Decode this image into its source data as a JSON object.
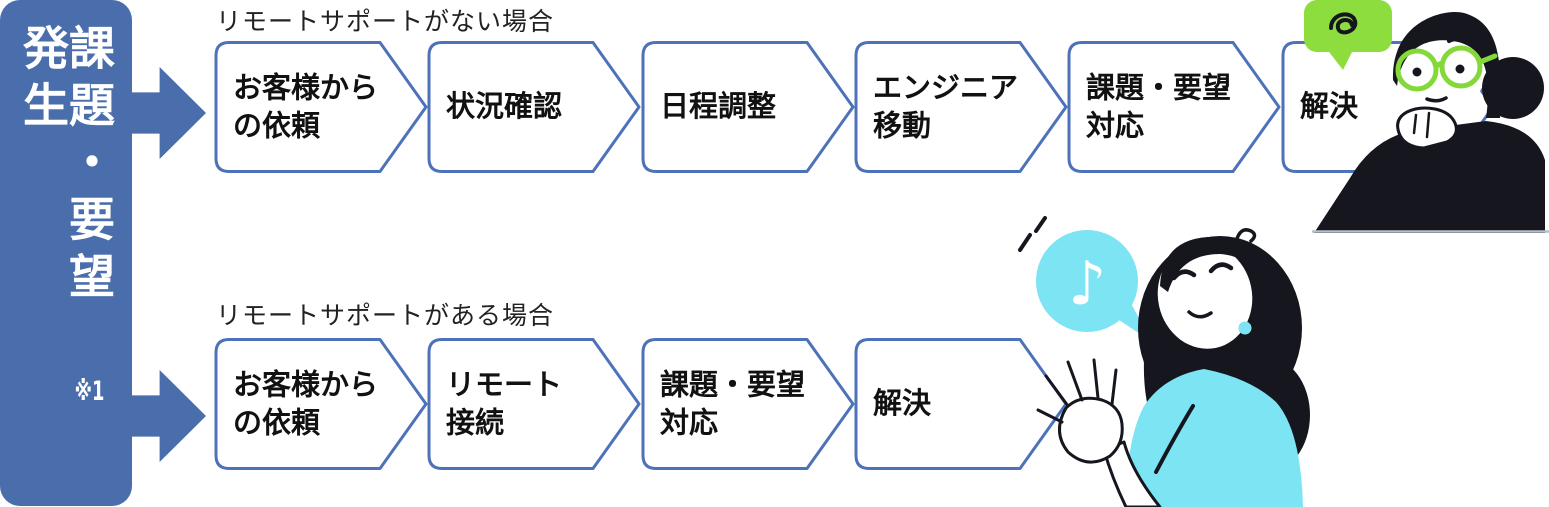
{
  "colors": {
    "banner_blue": "#4a6dac",
    "box_border_blue": "#4d72ba",
    "step_text": "#111111",
    "illustration_dark": "#16161f",
    "bubble_green": "#8edd3e",
    "glasses_green": "#84d838",
    "bubble_cyan": "#7de4f3"
  },
  "banner": {
    "title_top": "課題・要望",
    "note": "※1",
    "title_bottom": "発生"
  },
  "flows": {
    "no_remote": {
      "label": "リモートサポートがない場合",
      "steps": [
        "お客様から\nの依頼",
        "状況確認",
        "日程調整",
        "エンジニア\n移動",
        "課題・要望\n対応",
        "解決"
      ]
    },
    "remote": {
      "label": "リモートサポートがある場合",
      "steps": [
        "お客様から\nの依頼",
        "リモート\n接続",
        "課題・要望\n対応",
        "解決"
      ]
    }
  },
  "illustrations": {
    "thinking_person": {
      "description": "worried person thinking with hand on chin",
      "bubble": "confusion-scribble"
    },
    "happy_person": {
      "description": "happy person waving hand",
      "bubble_symbol": "♪"
    }
  }
}
